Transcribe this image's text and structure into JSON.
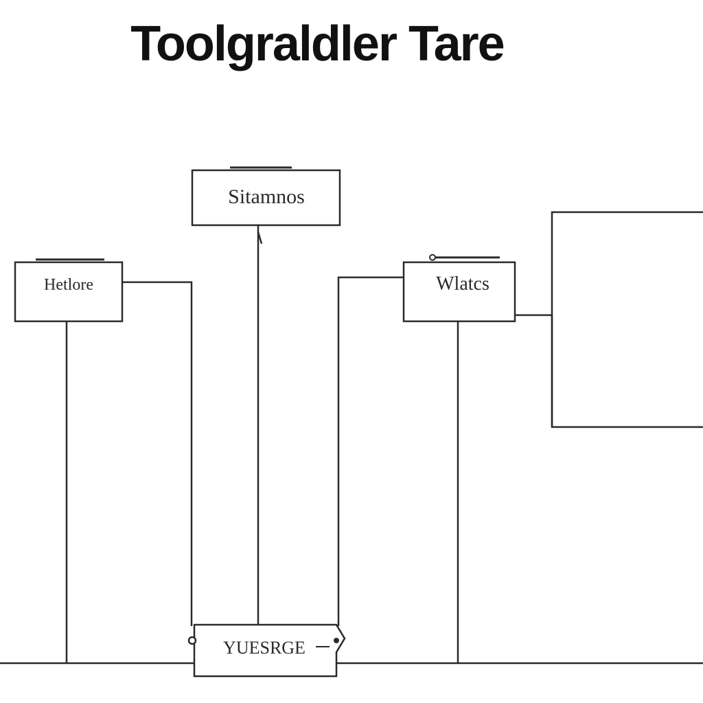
{
  "title": "Toolgraldler Tare",
  "colors": {
    "line": "#2a2a2a",
    "box_fill": "#ffffff",
    "text": "#111111"
  },
  "diagram": {
    "nodes": [
      {
        "id": "top",
        "label": "Sitamnos"
      },
      {
        "id": "left",
        "label": "Hetlore"
      },
      {
        "id": "right",
        "label": "Wlatcs"
      },
      {
        "id": "bottom",
        "label": "YUESRGE"
      },
      {
        "id": "side",
        "label": ""
      }
    ]
  }
}
